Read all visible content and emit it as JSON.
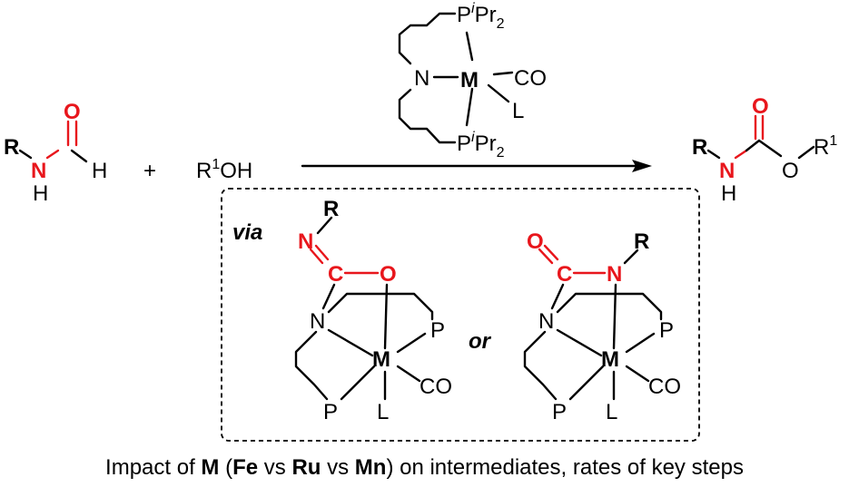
{
  "reactant_formamide": {
    "substituent": "R",
    "nitrogen": "N",
    "hydrogen_n": "H",
    "oxygen": "O",
    "hydrogen_c": "H"
  },
  "plus_sign": "+",
  "alcohol": {
    "label": "R",
    "superscript": "1",
    "suffix": "OH"
  },
  "catalyst": {
    "phosphine_top": {
      "p": "P",
      "iso": "i",
      "rest": "Pr",
      "sub": "2"
    },
    "phosphine_bottom": {
      "p": "P",
      "iso": "i",
      "rest": "Pr",
      "sub": "2"
    },
    "nitrogen": "N",
    "metal": "M",
    "carbonyl": "CO",
    "ligand": "L"
  },
  "product": {
    "substituent": "R",
    "nitrogen": "N",
    "hydrogen_n": "H",
    "oxygen_carbonyl": "O",
    "oxygen_ester": "O",
    "r_label": "R",
    "r_superscript": "1"
  },
  "intermediates": {
    "via_label": "via",
    "or_label": "or",
    "left": {
      "r": "R",
      "imine_n": "N",
      "carbon": "C",
      "oxygen": "O",
      "pincer_n": "N",
      "p_top": "P",
      "p_bottom": "P",
      "metal": "M",
      "co": "CO",
      "ligand": "L"
    },
    "right": {
      "r": "R",
      "oxygen": "O",
      "carbon": "C",
      "amide_n": "N",
      "pincer_n": "N",
      "p_top": "P",
      "p_bottom": "P",
      "metal": "M",
      "co": "CO",
      "ligand": "L"
    }
  },
  "caption": {
    "pre": "Impact of ",
    "metal": "M",
    "open": " (",
    "fe": "Fe",
    "vs1": " vs ",
    "ru": "Ru",
    "vs2": " vs ",
    "mn": "Mn",
    "post": ") on intermediates, rates of key steps"
  },
  "colors": {
    "highlight": "#e8161c",
    "ink": "#000000"
  }
}
